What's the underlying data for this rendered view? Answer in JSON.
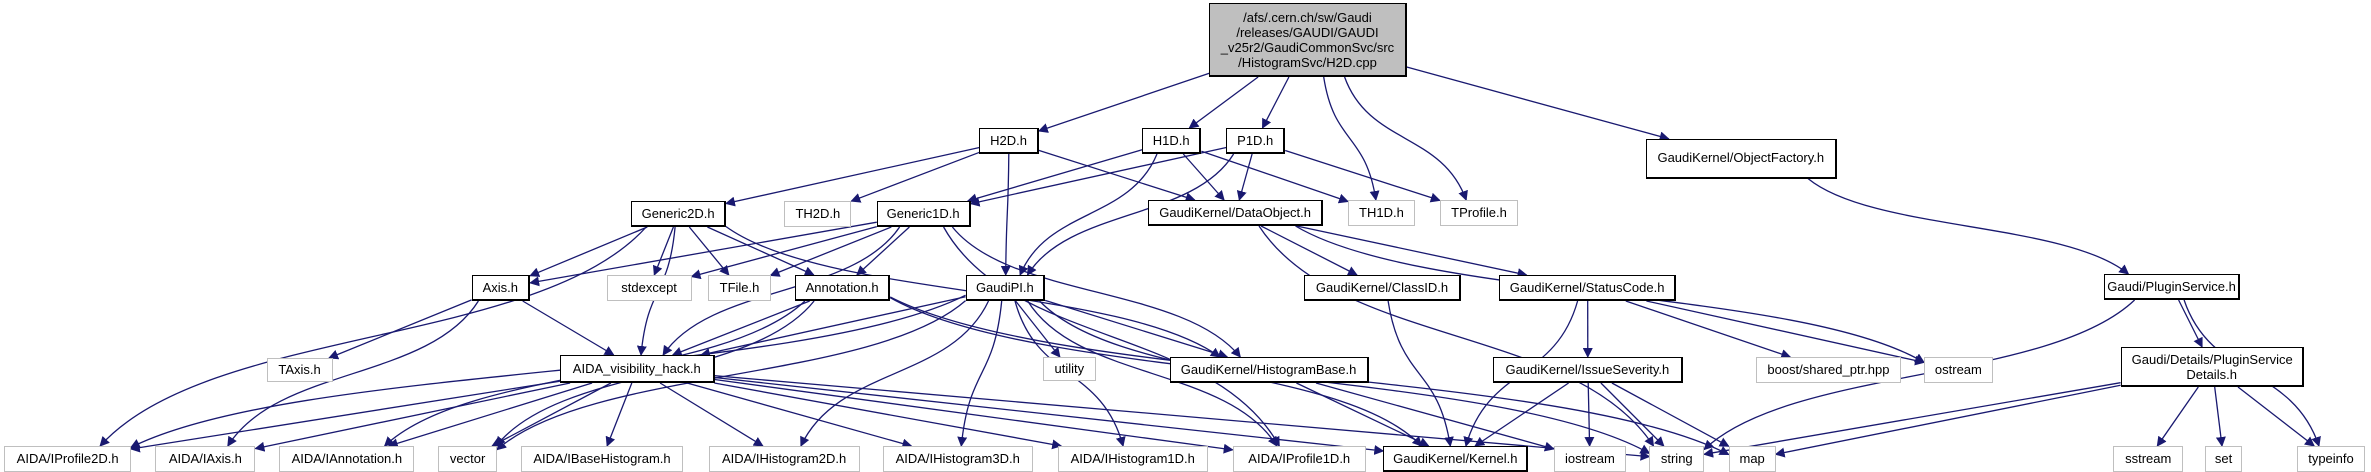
{
  "diagram": {
    "type": "include-dependency-graph",
    "edge_color": "#191970",
    "root": {
      "id": "root",
      "label": "/afs/.cern.ch/sw/Gaudi /releases/GAUDI/GAUDI _v25r2/GaudiCommonSvc/src /HistogramSvc/H2D.cpp"
    },
    "nodes": [
      {
        "id": "H2D",
        "label": "H2D.h",
        "kind": "doc"
      },
      {
        "id": "H1D",
        "label": "H1D.h",
        "kind": "doc"
      },
      {
        "id": "P1D",
        "label": "P1D.h",
        "kind": "doc"
      },
      {
        "id": "TH1D",
        "label": "TH1D.h",
        "kind": "ext"
      },
      {
        "id": "TProfile",
        "label": "TProfile.h",
        "kind": "ext"
      },
      {
        "id": "ObjectFactory",
        "label": "GaudiKernel/ObjectFactory.h",
        "kind": "doc"
      },
      {
        "id": "Generic2D",
        "label": "Generic2D.h",
        "kind": "doc"
      },
      {
        "id": "TH2D",
        "label": "TH2D.h",
        "kind": "ext"
      },
      {
        "id": "Generic1D",
        "label": "Generic1D.h",
        "kind": "doc"
      },
      {
        "id": "DataObject",
        "label": "GaudiKernel/DataObject.h",
        "kind": "doc"
      },
      {
        "id": "Axis",
        "label": "Axis.h",
        "kind": "doc"
      },
      {
        "id": "stdexcept",
        "label": "stdexcept",
        "kind": "ext"
      },
      {
        "id": "TFile",
        "label": "TFile.h",
        "kind": "ext"
      },
      {
        "id": "Annotation",
        "label": "Annotation.h",
        "kind": "doc"
      },
      {
        "id": "GaudiPI",
        "label": "GaudiPI.h",
        "kind": "doc"
      },
      {
        "id": "ClassID",
        "label": "GaudiKernel/ClassID.h",
        "kind": "doc"
      },
      {
        "id": "StatusCode",
        "label": "GaudiKernel/StatusCode.h",
        "kind": "doc"
      },
      {
        "id": "PluginService",
        "label": "Gaudi/PluginService.h",
        "kind": "doc"
      },
      {
        "id": "TAxis",
        "label": "TAxis.h",
        "kind": "ext"
      },
      {
        "id": "AIDAhack",
        "label": "AIDA_visibility_hack.h",
        "kind": "doc"
      },
      {
        "id": "utility",
        "label": "utility",
        "kind": "ext"
      },
      {
        "id": "HistogramBase",
        "label": "GaudiKernel/HistogramBase.h",
        "kind": "doc"
      },
      {
        "id": "IssueSeverity",
        "label": "GaudiKernel/IssueSeverity.h",
        "kind": "doc"
      },
      {
        "id": "boost",
        "label": "boost/shared_ptr.hpp",
        "kind": "ext"
      },
      {
        "id": "ostream",
        "label": "ostream",
        "kind": "ext"
      },
      {
        "id": "PSDetails",
        "label": "Gaudi/Details/PluginService Details.h",
        "kind": "doc"
      },
      {
        "id": "IProfile2D",
        "label": "AIDA/IProfile2D.h",
        "kind": "ext"
      },
      {
        "id": "IAxis",
        "label": "AIDA/IAxis.h",
        "kind": "ext"
      },
      {
        "id": "IAnnotation",
        "label": "AIDA/IAnnotation.h",
        "kind": "ext"
      },
      {
        "id": "vector",
        "label": "vector",
        "kind": "ext"
      },
      {
        "id": "IBaseHistogram",
        "label": "AIDA/IBaseHistogram.h",
        "kind": "ext"
      },
      {
        "id": "IHistogram2D",
        "label": "AIDA/IHistogram2D.h",
        "kind": "ext"
      },
      {
        "id": "IHistogram3D",
        "label": "AIDA/IHistogram3D.h",
        "kind": "ext"
      },
      {
        "id": "IHistogram1D",
        "label": "AIDA/IHistogram1D.h",
        "kind": "ext"
      },
      {
        "id": "IProfile1D",
        "label": "AIDA/IProfile1D.h",
        "kind": "ext"
      },
      {
        "id": "Kernel",
        "label": "GaudiKernel/Kernel.h",
        "kind": "doc"
      },
      {
        "id": "iostream",
        "label": "iostream",
        "kind": "ext"
      },
      {
        "id": "string",
        "label": "string",
        "kind": "ext"
      },
      {
        "id": "map",
        "label": "map",
        "kind": "ext"
      },
      {
        "id": "sstream",
        "label": "sstream",
        "kind": "ext"
      },
      {
        "id": "set",
        "label": "set",
        "kind": "ext"
      },
      {
        "id": "typeinfo",
        "label": "typeinfo",
        "kind": "ext"
      }
    ],
    "edges": [
      [
        "root",
        "H2D"
      ],
      [
        "root",
        "H1D"
      ],
      [
        "root",
        "P1D"
      ],
      [
        "root",
        "TH1D"
      ],
      [
        "root",
        "TProfile"
      ],
      [
        "root",
        "ObjectFactory"
      ],
      [
        "H2D",
        "Generic2D"
      ],
      [
        "H2D",
        "TH2D"
      ],
      [
        "H2D",
        "DataObject"
      ],
      [
        "H2D",
        "GaudiPI"
      ],
      [
        "H1D",
        "Generic1D"
      ],
      [
        "H1D",
        "DataObject"
      ],
      [
        "H1D",
        "TH1D"
      ],
      [
        "H1D",
        "GaudiPI"
      ],
      [
        "P1D",
        "Generic1D"
      ],
      [
        "P1D",
        "DataObject"
      ],
      [
        "P1D",
        "TProfile"
      ],
      [
        "P1D",
        "GaudiPI"
      ],
      [
        "ObjectFactory",
        "PluginService"
      ],
      [
        "Generic2D",
        "Axis"
      ],
      [
        "Generic2D",
        "stdexcept"
      ],
      [
        "Generic2D",
        "TFile"
      ],
      [
        "Generic2D",
        "Annotation"
      ],
      [
        "Generic2D",
        "AIDAhack"
      ],
      [
        "Generic2D",
        "HistogramBase"
      ],
      [
        "Generic2D",
        "IProfile2D"
      ],
      [
        "Generic1D",
        "Axis"
      ],
      [
        "Generic1D",
        "stdexcept"
      ],
      [
        "Generic1D",
        "TFile"
      ],
      [
        "Generic1D",
        "Annotation"
      ],
      [
        "Generic1D",
        "AIDAhack"
      ],
      [
        "Generic1D",
        "HistogramBase"
      ],
      [
        "Generic1D",
        "IProfile1D"
      ],
      [
        "DataObject",
        "ClassID"
      ],
      [
        "DataObject",
        "StatusCode"
      ],
      [
        "DataObject",
        "string"
      ],
      [
        "DataObject",
        "ostream"
      ],
      [
        "Axis",
        "TAxis"
      ],
      [
        "Axis",
        "AIDAhack"
      ],
      [
        "Axis",
        "IAxis"
      ],
      [
        "Annotation",
        "AIDAhack"
      ],
      [
        "Annotation",
        "IAnnotation"
      ],
      [
        "Annotation",
        "map"
      ],
      [
        "Annotation",
        "string"
      ],
      [
        "Annotation",
        "vector"
      ],
      [
        "GaudiPI",
        "AIDAhack"
      ],
      [
        "GaudiPI",
        "utility"
      ],
      [
        "GaudiPI",
        "HistogramBase"
      ],
      [
        "GaudiPI",
        "IProfile2D"
      ],
      [
        "GaudiPI",
        "IHistogram2D"
      ],
      [
        "GaudiPI",
        "IHistogram3D"
      ],
      [
        "GaudiPI",
        "IHistogram1D"
      ],
      [
        "GaudiPI",
        "IProfile1D"
      ],
      [
        "GaudiPI",
        "Kernel"
      ],
      [
        "GaudiPI",
        "vector"
      ],
      [
        "ClassID",
        "Kernel"
      ],
      [
        "StatusCode",
        "IssueSeverity"
      ],
      [
        "StatusCode",
        "boost"
      ],
      [
        "StatusCode",
        "ostream"
      ],
      [
        "StatusCode",
        "Kernel"
      ],
      [
        "PluginService",
        "PSDetails"
      ],
      [
        "PluginService",
        "string"
      ],
      [
        "PluginService",
        "typeinfo"
      ],
      [
        "AIDAhack",
        "IProfile2D"
      ],
      [
        "AIDAhack",
        "IAxis"
      ],
      [
        "AIDAhack",
        "IAnnotation"
      ],
      [
        "AIDAhack",
        "vector"
      ],
      [
        "AIDAhack",
        "IBaseHistogram"
      ],
      [
        "AIDAhack",
        "IHistogram2D"
      ],
      [
        "AIDAhack",
        "IHistogram3D"
      ],
      [
        "AIDAhack",
        "IHistogram1D"
      ],
      [
        "AIDAhack",
        "IProfile1D"
      ],
      [
        "AIDAhack",
        "Kernel"
      ],
      [
        "AIDAhack",
        "string"
      ],
      [
        "HistogramBase",
        "Kernel"
      ],
      [
        "HistogramBase",
        "iostream"
      ],
      [
        "IssueSeverity",
        "Kernel"
      ],
      [
        "IssueSeverity",
        "iostream"
      ],
      [
        "IssueSeverity",
        "string"
      ],
      [
        "IssueSeverity",
        "map"
      ],
      [
        "PSDetails",
        "sstream"
      ],
      [
        "PSDetails",
        "set"
      ],
      [
        "PSDetails",
        "typeinfo"
      ],
      [
        "PSDetails",
        "string"
      ],
      [
        "PSDetails",
        "map"
      ]
    ]
  }
}
